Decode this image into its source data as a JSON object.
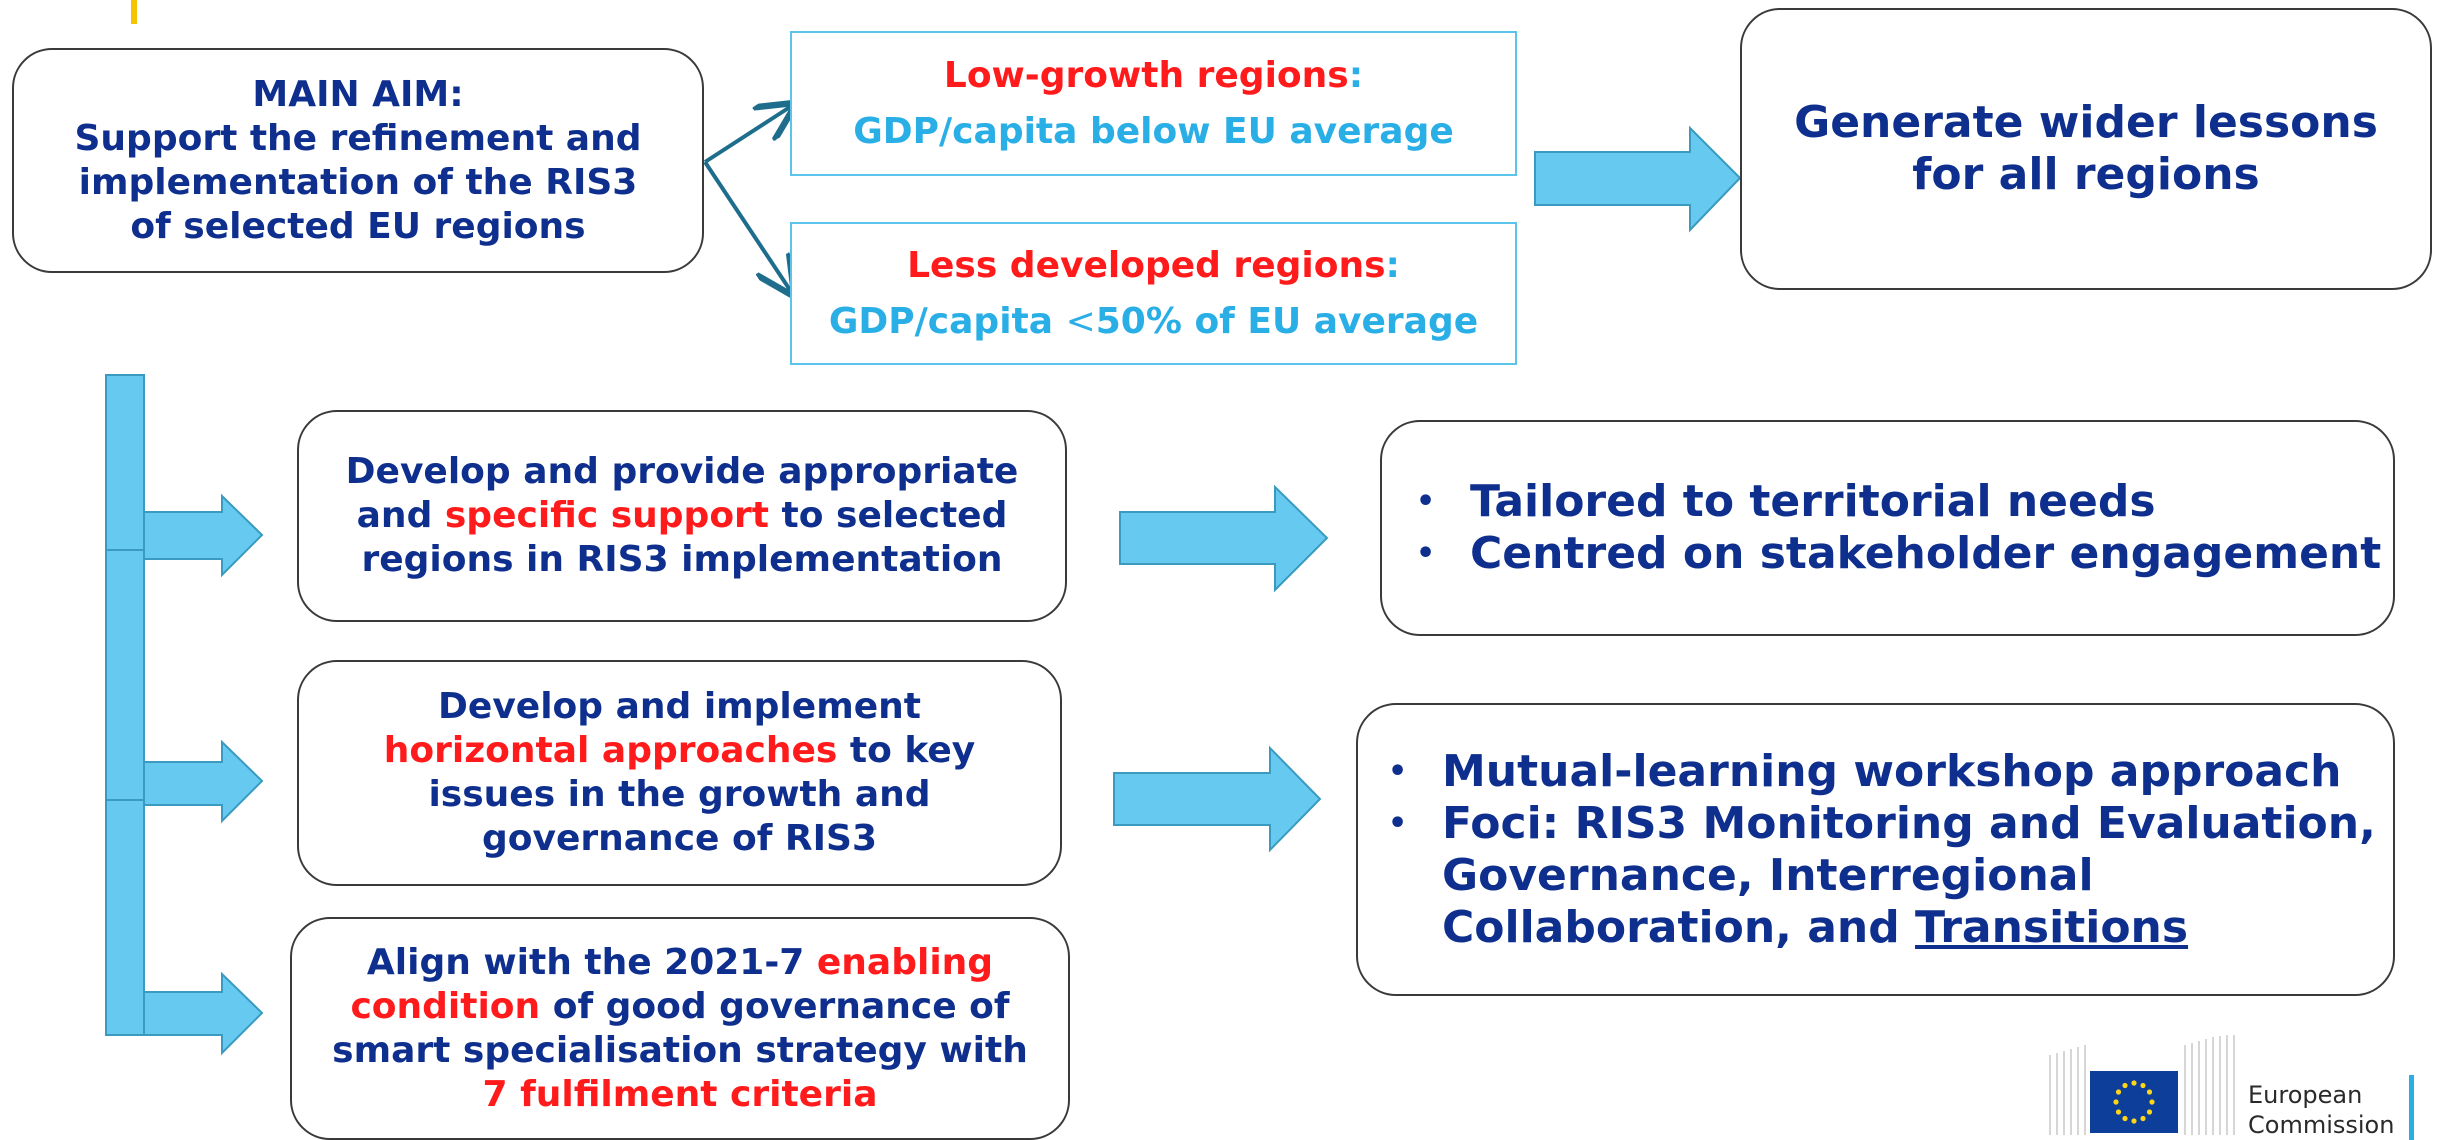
{
  "aim": {
    "label": "MAIN AIM:",
    "lines": [
      "Support the refinement and",
      "implementation of the RIS3",
      "of selected EU regions"
    ]
  },
  "low_growth": {
    "title": "Low-growth regions",
    "colon": ":",
    "detail": "GDP/capita below EU average"
  },
  "less_developed": {
    "title": "Less developed regions",
    "colon": ":",
    "detail_prefix": "GDP/capita ",
    "lt": "<",
    "detail_suffix": "50% of EU average"
  },
  "lessons": {
    "lines": [
      "Generate wider lessons",
      "for all regions"
    ]
  },
  "support": {
    "l1": "Develop and provide appropriate",
    "l2_pre": "and ",
    "l2_red": "specific support",
    "l2_post": " to selected",
    "l3": "regions in RIS3 implementation"
  },
  "horizontal": {
    "l1": "Develop and implement",
    "l2_red": "horizontal approaches",
    "l2_post": " to key",
    "l3": "issues in the growth and",
    "l4": "governance of RIS3"
  },
  "align": {
    "l1_pre": "Align with the 2021-7 ",
    "l1_red": "enabling",
    "l2_red": "condition",
    "l2_post": " of good governance of",
    "l3": "smart specialisation strategy with",
    "l4_red": "7 fulfilment criteria"
  },
  "tailored": {
    "bullet": "•",
    "items": [
      "Tailored to territorial needs",
      "Centred on stakeholder engagement"
    ]
  },
  "mutual": {
    "bullet": "•",
    "item1": "Mutual-learning workshop approach",
    "item2_l1": "Foci: RIS3 Monitoring and Evaluation,",
    "item2_l2": "Governance, Interregional",
    "item2_l3_pre": "Collaboration, and ",
    "item2_l3_link": "Transitions"
  },
  "logo": {
    "line1": "European",
    "line2": "Commission"
  },
  "colors": {
    "navy": "#0e2f8d",
    "red": "#ff1b1b",
    "cyan": "#29aee6",
    "arrow_fill": "#66c9f0",
    "arrow_stroke": "#3a9ac0",
    "teal_arrow": "#1f6d8c",
    "accent_yellow": "#f5c400"
  }
}
